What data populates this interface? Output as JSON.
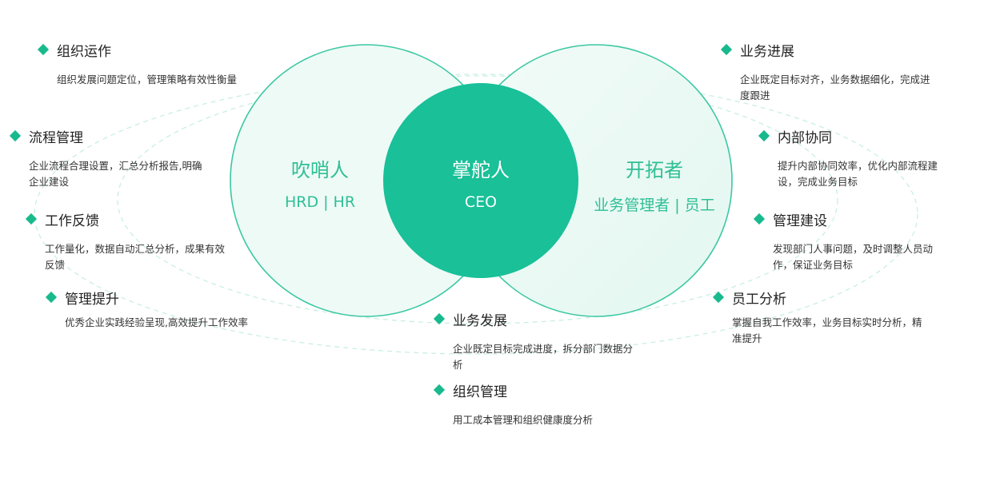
{
  "center": {
    "title": "掌舵人",
    "sub": "CEO"
  },
  "left": {
    "title": "吹哨人",
    "sub": "HRD | HR"
  },
  "right": {
    "title": "开拓者",
    "sub": "业务管理者 | 员工"
  },
  "items": [
    {
      "title": "组织运作",
      "desc": "组织发展问题定位，管理策略有效性衡量"
    },
    {
      "title": "流程管理",
      "desc": "企业流程合理设置，汇总分析报告,明确企业建设"
    },
    {
      "title": "工作反馈",
      "desc": "工作量化，数据自动汇总分析，成果有效反馈"
    },
    {
      "title": "管理提升",
      "desc": "优秀企业实践经验呈现,高效提升工作效率"
    },
    {
      "title": "业务进展",
      "desc": "企业既定目标对齐，业务数据细化，完成进度跟进"
    },
    {
      "title": "内部协同",
      "desc": "提升内部协同效率，优化内部流程建设，完成业务目标"
    },
    {
      "title": "管理建设",
      "desc": "发现部门人事问题，及时调整人员动作，保证业务目标"
    },
    {
      "title": "员工分析",
      "desc": "掌握自我工作效率，业务目标实时分析，精准提升"
    },
    {
      "title": "业务发展",
      "desc": "企业既定目标完成进度，拆分部门数据分析"
    },
    {
      "title": "组织管理",
      "desc": "用工成本管理和组织健康度分析"
    }
  ],
  "colors": {
    "accent": "#19c098",
    "circle_fill": "#edf9f5",
    "circle_stroke": "#3cc8a2"
  }
}
